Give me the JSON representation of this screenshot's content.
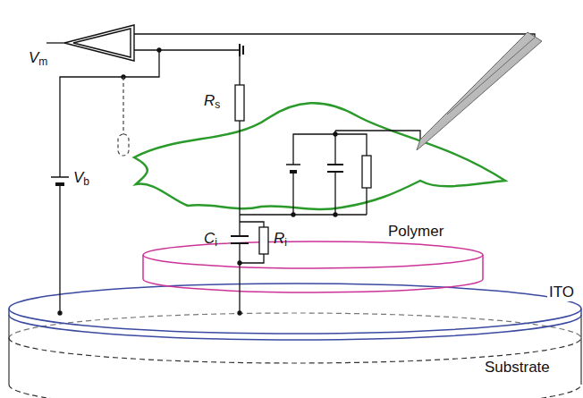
{
  "diagram": {
    "labels": [
      "Vm",
      "Vb",
      "Rs",
      "Ci",
      "Ri",
      "Polymer",
      "ITO",
      "Substrate"
    ]
  }
}
